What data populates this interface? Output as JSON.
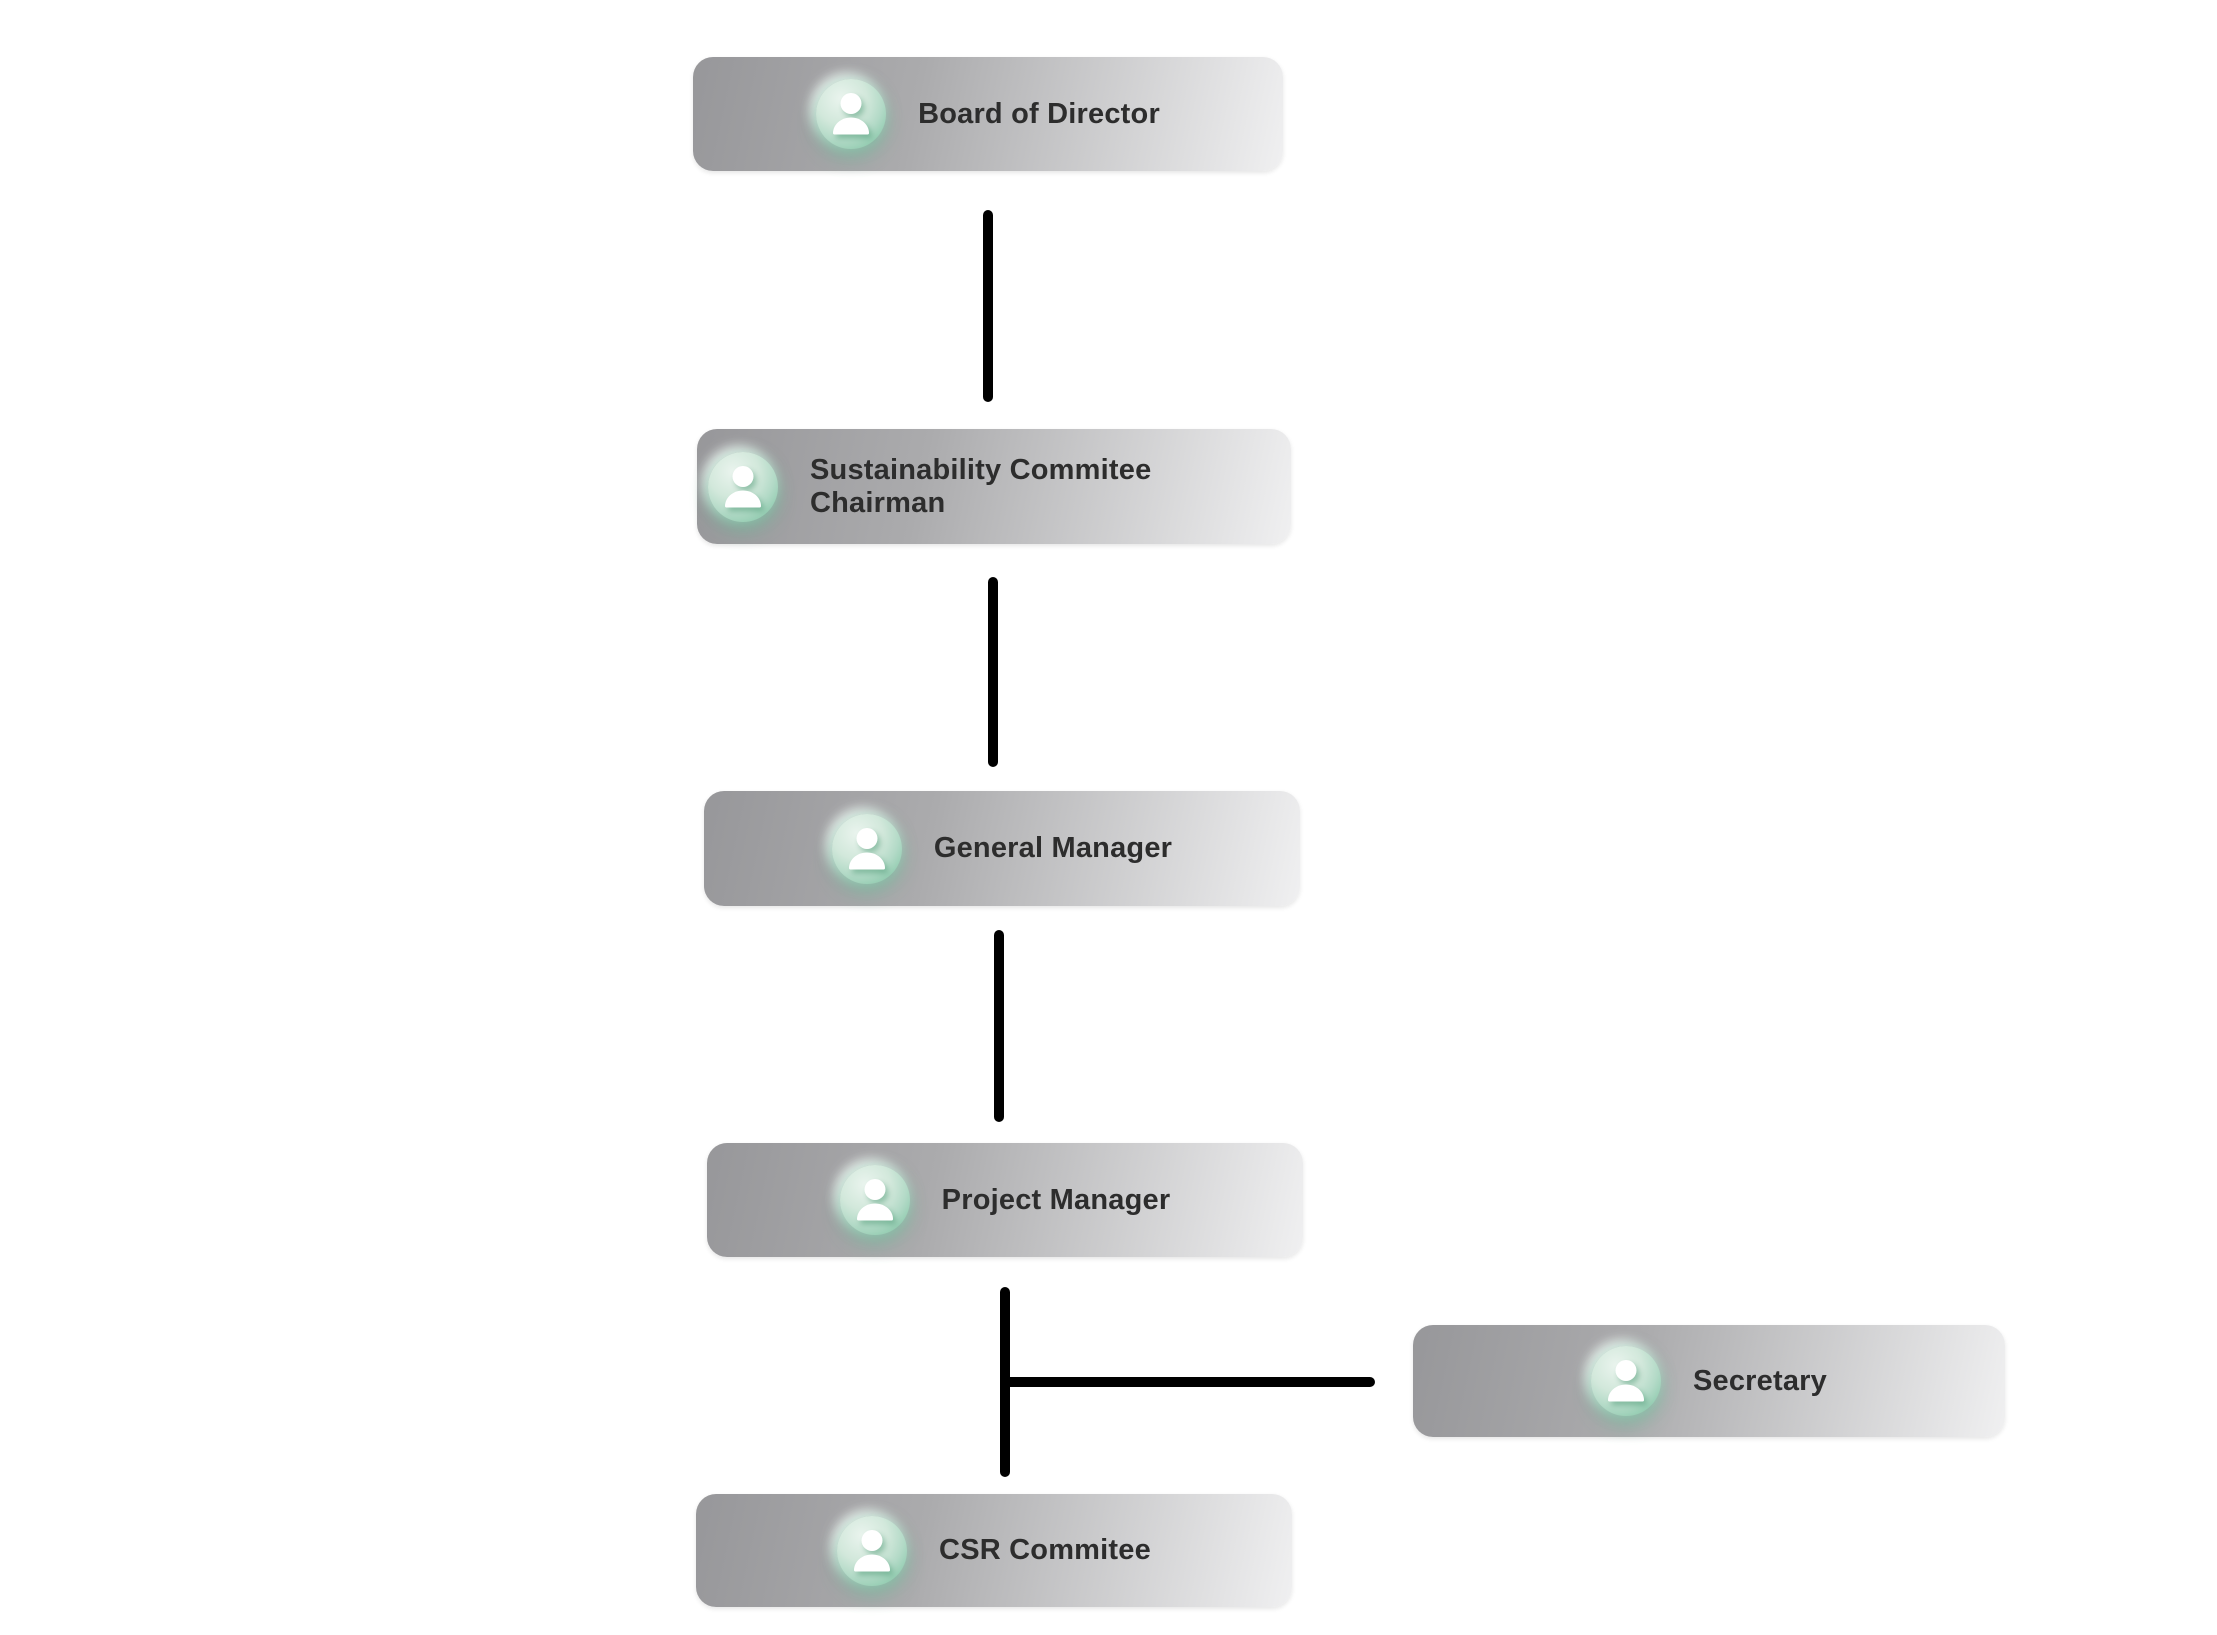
{
  "org_chart": {
    "nodes": {
      "board": {
        "label": "Board of Director",
        "icon": "person-icon"
      },
      "chairman": {
        "label": "Sustainability Commitee Chairman",
        "icon": "person-icon"
      },
      "general_manager": {
        "label": "General Manager",
        "icon": "person-icon"
      },
      "project_manager": {
        "label": "Project Manager",
        "icon": "person-icon"
      },
      "secretary": {
        "label": "Secretary",
        "icon": "person-icon"
      },
      "csr": {
        "label": "CSR Commitee",
        "icon": "person-icon"
      }
    },
    "connections": [
      {
        "from": "board",
        "to": "chairman"
      },
      {
        "from": "chairman",
        "to": "general_manager"
      },
      {
        "from": "general_manager",
        "to": "project_manager"
      },
      {
        "from": "project_manager",
        "to": "csr"
      },
      {
        "from": "project_manager",
        "to": "secretary"
      }
    ],
    "colors": {
      "box_gradient_start": "#97979a",
      "box_gradient_end": "#f0f0f1",
      "icon_green_light": "#d2e8db",
      "icon_green_dark": "#6ab897",
      "label_text": "#2d2d2d",
      "connector": "#000000",
      "background": "#ffffff"
    }
  }
}
